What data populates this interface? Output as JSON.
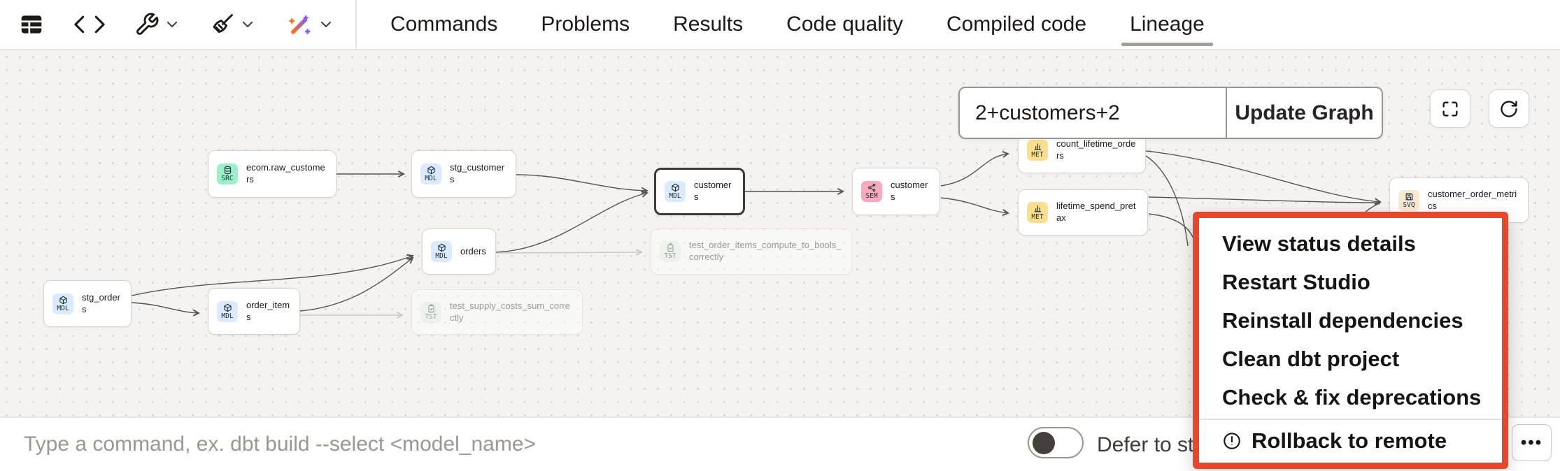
{
  "toolbar": {
    "icons": [
      "table-view-icon",
      "code-icon",
      "build-wrench-icon",
      "cleanup-broom-icon",
      "ai-wand-icon"
    ],
    "accent_wand_colors": {
      "orange": "#f97316",
      "purple": "#8b5cf6"
    }
  },
  "tabs": {
    "items": [
      "Commands",
      "Problems",
      "Results",
      "Code quality",
      "Compiled code",
      "Lineage"
    ],
    "active": "Lineage"
  },
  "lineage": {
    "selector": {
      "value": "2+customers+2"
    },
    "update_button": "Update Graph",
    "badge_colors": {
      "SRC": "#9defc9",
      "MDL": "#dbeafe",
      "SEM": "#f7aabc",
      "MET": "#fadf8e",
      "TST": "#dff3e2",
      "SVQ": "#f8e9d3"
    },
    "nodes": [
      {
        "label": "ecom.raw_customers",
        "badge": "SRC"
      },
      {
        "label": "stg_customers",
        "badge": "MDL"
      },
      {
        "label": "customers",
        "badge": "MDL",
        "selected": true
      },
      {
        "label": "orders",
        "badge": "MDL"
      },
      {
        "label": "stg_orders",
        "badge": "MDL"
      },
      {
        "label": "order_items",
        "badge": "MDL"
      },
      {
        "label": "test_order_items_compute_to_bools_correctly",
        "badge": "TST",
        "faded": true
      },
      {
        "label": "test_supply_costs_sum_correctly",
        "badge": "TST",
        "faded": true
      },
      {
        "label": "customers",
        "badge": "SEM"
      },
      {
        "label": "count_lifetime_orders",
        "badge": "MET"
      },
      {
        "label": "lifetime_spend_pretax",
        "badge": "MET"
      },
      {
        "label": "customer_order_metrics",
        "badge": "SVQ"
      }
    ]
  },
  "context_menu": {
    "highlight_color": "#e8472b",
    "items": [
      "View status details",
      "Restart Studio",
      "Reinstall dependencies",
      "Clean dbt project",
      "Check & fix deprecations"
    ],
    "danger_item": "Rollback to remote"
  },
  "command_bar": {
    "placeholder": "Type a command, ex. dbt build --select <model_name>",
    "defer_label": "Defer to sta",
    "more_label": "•••"
  }
}
